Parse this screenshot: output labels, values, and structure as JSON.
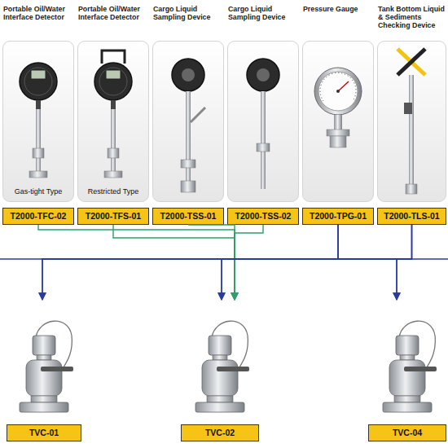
{
  "diagram": {
    "nodes": [
      {
        "text": [
          "Portable Oil/Water Interface Detector",
          "Gas-tight Type",
          "T2000-TFC-02"
        ]
      },
      {
        "text": [
          "Portable Oil/Water Interface Detector",
          "Restricted Type",
          "T2000-TFS-01"
        ]
      },
      {
        "text": [
          "Cargo Liquid Sampling Device",
          "T2000-TSS-01"
        ]
      },
      {
        "text": [
          "Cargo Liquid Sampling Device",
          "T2000-TSS-02"
        ]
      },
      {
        "text": [
          "Pressure Gauge",
          "T2000-TPG-01"
        ]
      },
      {
        "text": [
          "Tank Bottom Liquid & Sediments Checking Device",
          "T2000-TLS-01"
        ]
      },
      {
        "text": [
          "TVC-01"
        ]
      },
      {
        "text": [
          "TVC-02"
        ]
      },
      {
        "text": [
          "TVC-04"
        ]
      }
    ],
    "edges": [
      {
        "from": 0,
        "to": 7,
        "arrow": "to"
      },
      {
        "from": 1,
        "to": 7,
        "arrow": "to"
      },
      {
        "from": 2,
        "to": 7,
        "arrow": "to"
      },
      {
        "from": 3,
        "to": 7,
        "arrow": "to"
      },
      {
        "from": 4,
        "to": 6,
        "arrow": "to"
      },
      {
        "from": 4,
        "to": 7,
        "arrow": "to"
      },
      {
        "from": 4,
        "to": 8,
        "arrow": "to"
      },
      {
        "from": 5,
        "to": 6,
        "arrow": "to"
      },
      {
        "from": 5,
        "to": 7,
        "arrow": "to"
      },
      {
        "from": 5,
        "to": 8,
        "arrow": "to"
      }
    ]
  }
}
